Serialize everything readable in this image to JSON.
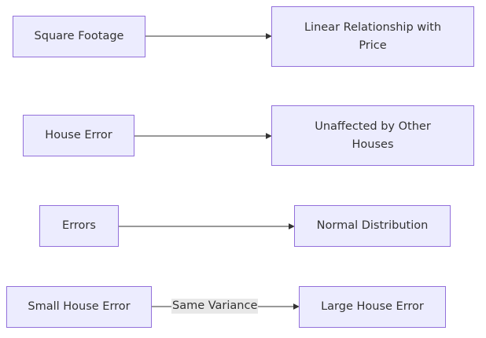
{
  "diagram": {
    "colors": {
      "node_fill": "#ececfe",
      "node_border": "#9370db",
      "edge": "#333333",
      "edge_label_bg": "#e8e8e8"
    },
    "rows": [
      {
        "source": "Square Footage",
        "target_lines": [
          "Linear Relationship with",
          "Price"
        ],
        "label": ""
      },
      {
        "source": "House Error",
        "target_lines": [
          "Unaffected by Other",
          "Houses"
        ],
        "label": ""
      },
      {
        "source": "Errors",
        "target_lines": [
          "Normal Distribution"
        ],
        "label": ""
      },
      {
        "source": "Small House Error",
        "target_lines": [
          "Large House Error"
        ],
        "label": "Same Variance"
      }
    ]
  }
}
